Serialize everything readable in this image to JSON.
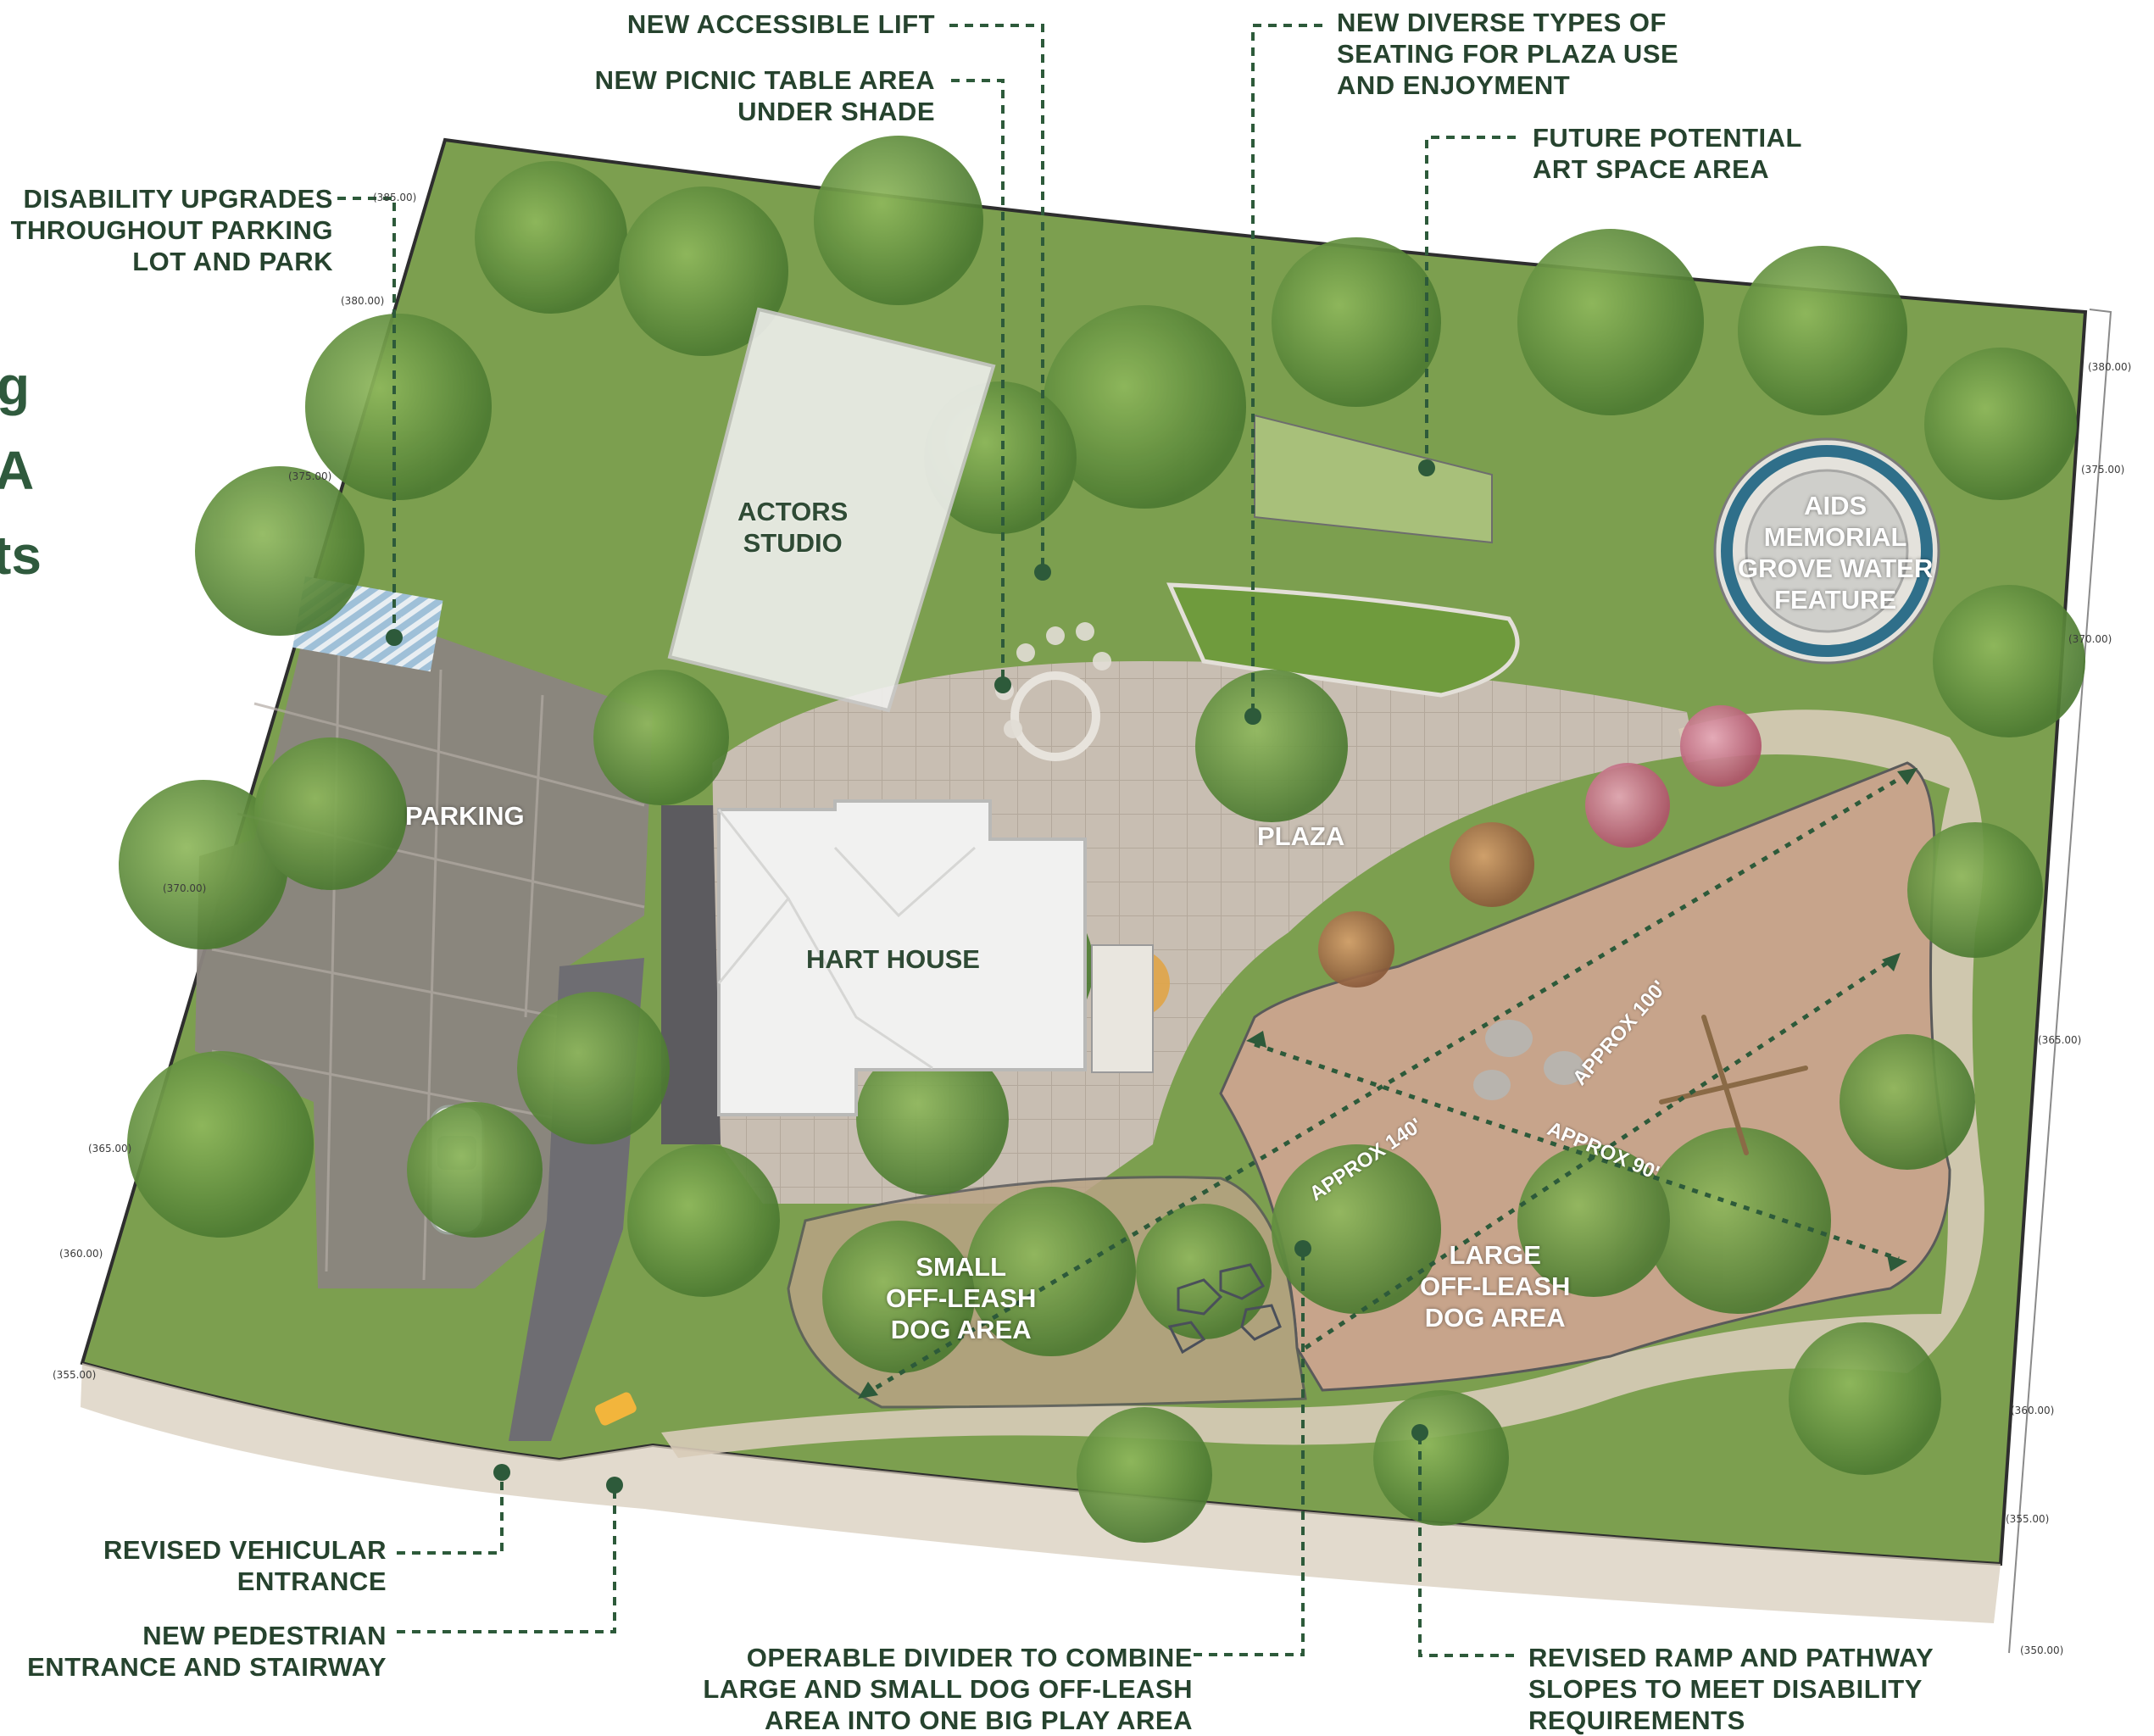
{
  "cut_off_text": [
    "g",
    "A",
    "ts"
  ],
  "areas": {
    "actors_studio": [
      "ACTORS",
      "STUDIO"
    ],
    "parking": [
      "PARKING"
    ],
    "hart_house": [
      "HART HOUSE"
    ],
    "plaza": [
      "PLAZA"
    ],
    "aids_memorial": [
      "AIDS",
      "MEMORIAL",
      "GROVE WATER",
      "FEATURE"
    ],
    "small_dog": [
      "SMALL",
      "OFF-LEASH",
      "DOG AREA"
    ],
    "large_dog": [
      "LARGE",
      "OFF-LEASH",
      "DOG AREA"
    ]
  },
  "dimensions": {
    "approx_100": "APPROX 100'",
    "approx_140": "APPROX 140'",
    "approx_90": "APPROX 90'"
  },
  "callouts": {
    "accessible_lift": [
      "NEW ACCESSIBLE LIFT"
    ],
    "picnic": [
      "NEW PICNIC TABLE AREA",
      "UNDER SHADE"
    ],
    "seating": [
      "NEW DIVERSE TYPES OF",
      "SEATING FOR PLAZA USE",
      "AND ENJOYMENT"
    ],
    "art_space": [
      "FUTURE POTENTIAL",
      "ART SPACE AREA"
    ],
    "disability": [
      "DISABILITY UPGRADES",
      "THROUGHOUT PARKING",
      "LOT AND PARK"
    ],
    "vehicular": [
      "REVISED VEHICULAR",
      "ENTRANCE"
    ],
    "pedestrian": [
      "NEW PEDESTRIAN",
      "ENTRANCE AND STAIRWAY"
    ],
    "divider": [
      "OPERABLE DIVIDER TO COMBINE",
      "LARGE AND SMALL DOG OFF-LEASH",
      "AREA INTO ONE BIG PLAY AREA"
    ],
    "ramp": [
      "REVISED RAMP AND PATHWAY",
      "SLOPES TO MEET DISABILITY",
      "REQUIREMENTS"
    ]
  },
  "elevations": {
    "e385": "(385.00)",
    "e380_left": "(380.00)",
    "e375_left": "(375.00)",
    "e370_left": "(370.00)",
    "e365_left": "(365.00)",
    "e360_left": "(360.00)",
    "e355_left": "(355.00)",
    "e380_right": "(380.00)",
    "e375_right": "(375.00)",
    "e370_right": "(370.00)",
    "e365_right": "(365.00)",
    "e360_right": "(360.00)",
    "e355_right": "(355.00)",
    "e350_right": "(350.00)"
  },
  "colors": {
    "label_green": "#26432e",
    "leader_green": "#2d5a3a",
    "lawn": "#7fa052",
    "tree_dark": "#4f7b33",
    "paving": "#c9bfb4",
    "dog_area": "#c9a78e",
    "parking": "#8a857f",
    "roof": "#ececea",
    "water_ring": "#2f6f8a"
  }
}
